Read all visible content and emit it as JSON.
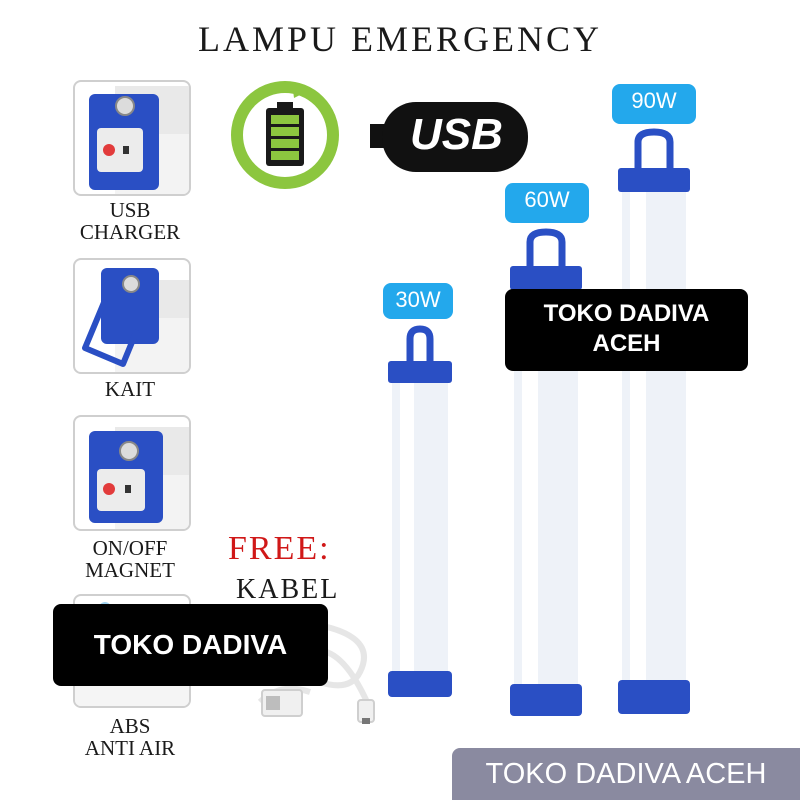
{
  "title": "LAMPU EMERGENCY",
  "features": [
    {
      "line1": "USB",
      "line2": "CHARGER"
    },
    {
      "line1": "KAIT",
      "line2": ""
    },
    {
      "line1": "ON/OFF",
      "line2": "MAGNET"
    },
    {
      "line1": "ABS",
      "line2": "ANTI AIR"
    }
  ],
  "usb_label": "USB",
  "free": {
    "label": "FREE:",
    "item": "KABEL"
  },
  "lamps": [
    {
      "watt": "30W"
    },
    {
      "watt": "60W"
    },
    {
      "watt": "90W"
    }
  ],
  "tags": {
    "top_right": {
      "line1": "TOKO DADIVA",
      "line2": "ACEH"
    },
    "left": "TOKO DADIVA",
    "bottom": "TOKO DADIVA ACEH"
  },
  "colors": {
    "lamp_cap": "#2a4fc4",
    "badge": "#23a8ec",
    "battery_ring": "#8cc63f",
    "free_text": "#d01818"
  },
  "icons": [
    "battery-charging-icon",
    "usb-icon",
    "usb-cable-icon"
  ]
}
